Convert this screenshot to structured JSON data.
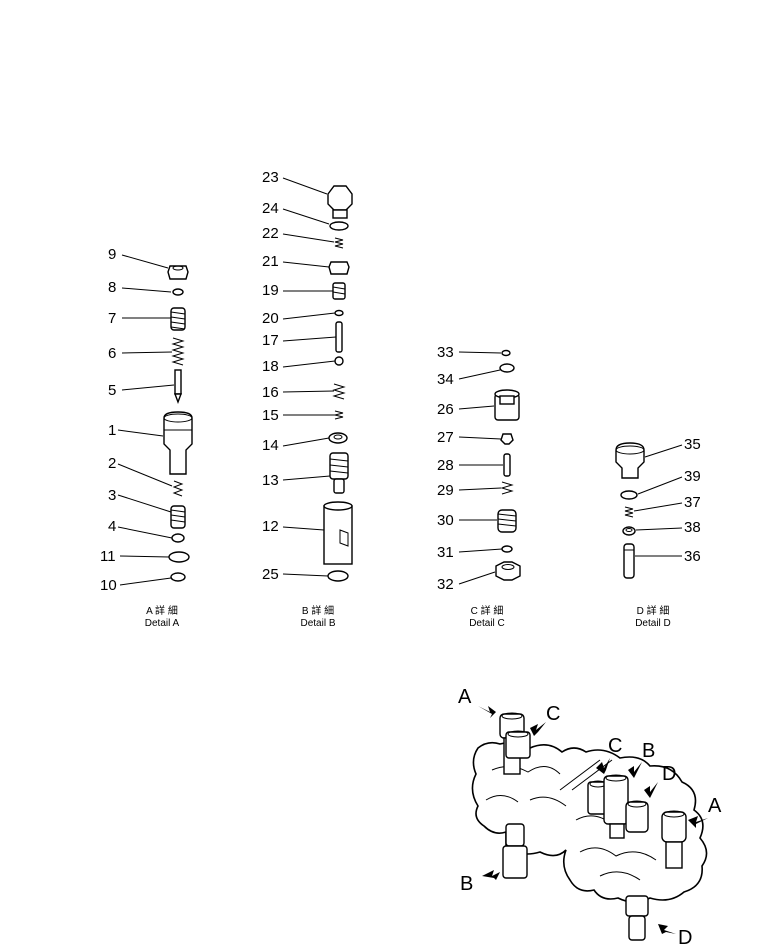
{
  "details": [
    {
      "id": "A",
      "caption_jp": "A 詳 細",
      "caption_en": "Detail  A",
      "parts": [
        "9",
        "8",
        "7",
        "6",
        "5",
        "1",
        "2",
        "3",
        "4",
        "11",
        "10"
      ]
    },
    {
      "id": "B",
      "caption_jp": "B 詳 細",
      "caption_en": "Detail  B",
      "parts": [
        "23",
        "24",
        "22",
        "21",
        "19",
        "20",
        "17",
        "18",
        "16",
        "15",
        "14",
        "13",
        "12",
        "25"
      ]
    },
    {
      "id": "C",
      "caption_jp": "C 詳 細",
      "caption_en": "Detail  C",
      "parts": [
        "33",
        "34",
        "26",
        "27",
        "28",
        "29",
        "30",
        "31",
        "32"
      ]
    },
    {
      "id": "D",
      "caption_jp": "D 詳 細",
      "caption_en": "Detail  D",
      "parts": [
        "35",
        "39",
        "37",
        "38",
        "36"
      ]
    }
  ],
  "assembly_view": {
    "callouts": [
      "A",
      "C",
      "C",
      "B",
      "D",
      "A",
      "B",
      "D"
    ]
  }
}
